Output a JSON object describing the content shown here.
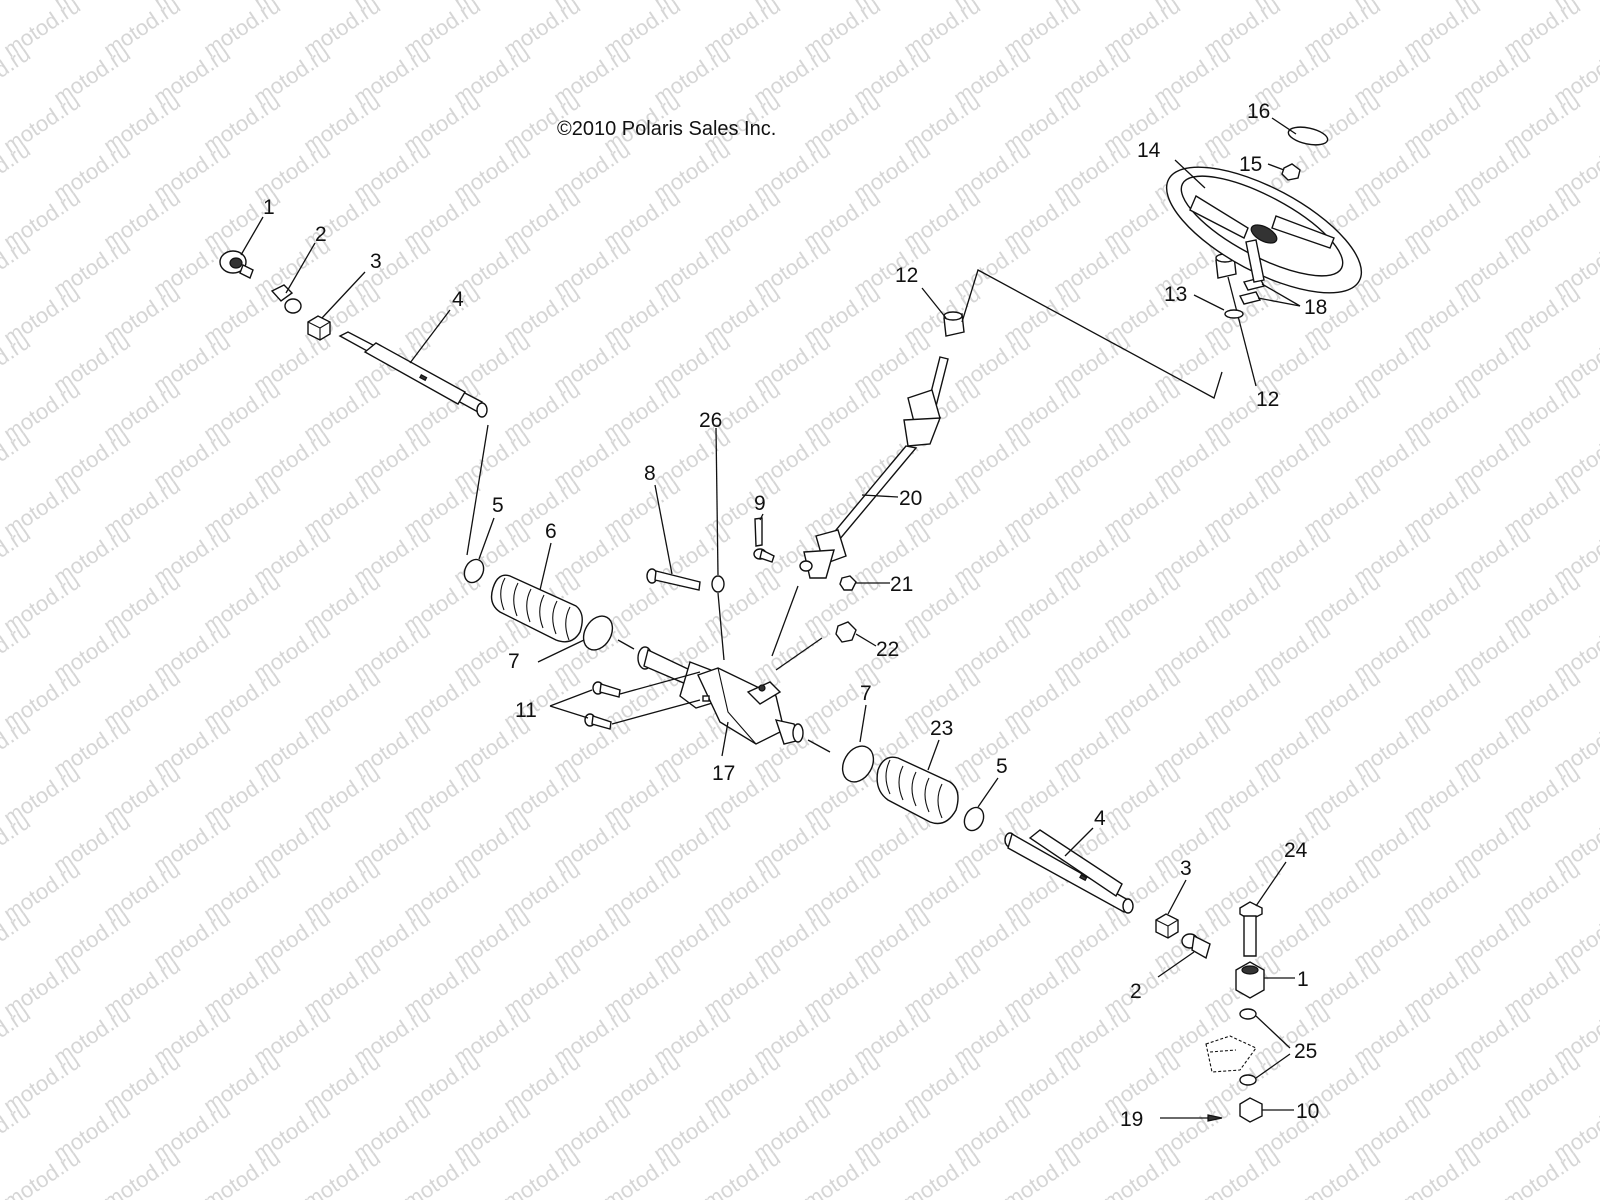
{
  "copyright": "©2010 Polaris Sales Inc.",
  "watermark": "motod.ru",
  "callouts": {
    "c1a": "1",
    "c2a": "2",
    "c3a": "3",
    "c4a": "4",
    "c5a": "5",
    "c6": "6",
    "c7a": "7",
    "c8": "8",
    "c9": "9",
    "c26": "26",
    "c20": "20",
    "c21": "21",
    "c22": "22",
    "c11": "11",
    "c17": "17",
    "c7b": "7",
    "c23": "23",
    "c5b": "5",
    "c4b": "4",
    "c3b": "3",
    "c2b": "2",
    "c1b": "1",
    "c24": "24",
    "c25": "25",
    "c10": "10",
    "c19": "19",
    "c12a": "12",
    "c12b": "12",
    "c13": "13",
    "c18": "18",
    "c14": "14",
    "c15": "15",
    "c16": "16"
  }
}
